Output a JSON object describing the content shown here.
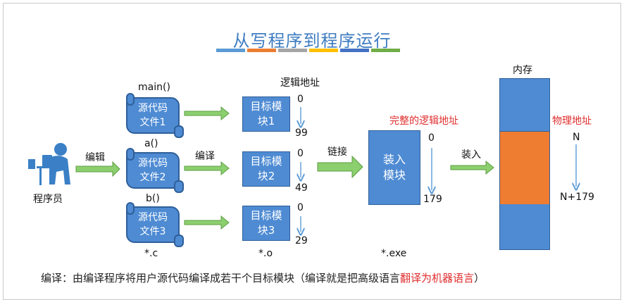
{
  "title": "从写程序到程序运行",
  "title_bar_colors": [
    "#5b9bd5",
    "#ed7d31",
    "#a5a5a5",
    "#ffc000",
    "#4472c4",
    "#70ad47"
  ],
  "programmer": {
    "label": "程序员",
    "icon": "programmer-at-computer-icon"
  },
  "edit_label": "编辑",
  "compile_label": "编译",
  "link_label": "链接",
  "load_label": "装入",
  "functions": [
    "main()",
    "a()",
    "b()"
  ],
  "source_files": [
    {
      "line1": "源代码",
      "line2": "文件1"
    },
    {
      "line1": "源代码",
      "line2": "文件2"
    },
    {
      "line1": "源代码",
      "line2": "文件3"
    }
  ],
  "object_modules": [
    {
      "line1": "目标模",
      "line2": "块1",
      "start": "0",
      "end": "99"
    },
    {
      "line1": "目标模",
      "line2": "块2",
      "start": "0",
      "end": "49"
    },
    {
      "line1": "目标模",
      "line2": "块3",
      "start": "0",
      "end": "29"
    }
  ],
  "logical_address_label": "逻辑地址",
  "complete_logical_label": "完整的逻辑地址",
  "load_module": {
    "line1": "装入",
    "line2": "模块",
    "start": "0",
    "end": "179"
  },
  "memory_label": "内存",
  "physical_address_label": "物理地址",
  "physical_start": "N",
  "physical_end": "N+179",
  "ext_c": "*.c",
  "ext_o": "*.o",
  "ext_exe": "*.exe",
  "footer": {
    "prefix": "编译：由编译程序将用户源代码编译成若干个目标模块（编译就是把高级语言",
    "highlight": "翻译为机器语言",
    "suffix": "）"
  },
  "colors": {
    "box_blue": "#4e8bd3",
    "memory_orange": "#ee7d31",
    "arrow_green": "#8ccf6e",
    "title_blue": "#3e7cc1",
    "highlight_red": "#e02d2d"
  }
}
